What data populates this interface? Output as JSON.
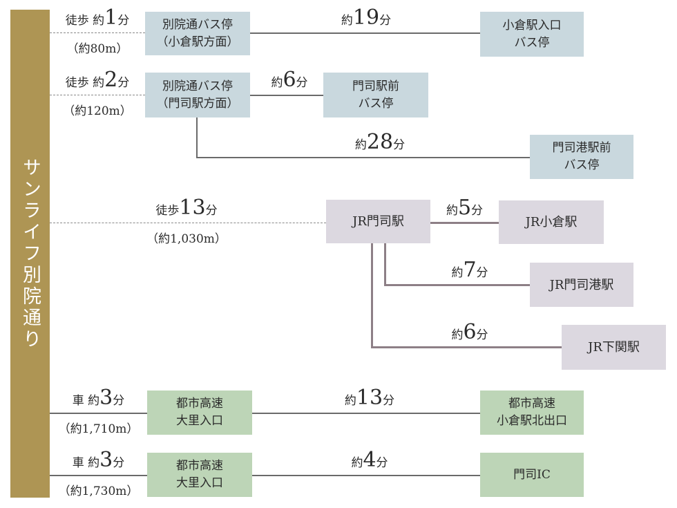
{
  "origin": {
    "label": "サンライフ別院通り",
    "color": "#ae9554"
  },
  "colors": {
    "bus": "#c9d8de",
    "jr": "#dcd8e0",
    "highway": "#bdd5b7",
    "line": "#6a6a6a"
  },
  "routes": {
    "bus1": {
      "access_prefix": "徒歩 約",
      "access_num": "1",
      "access_unit": "分",
      "distance": "（約80m）",
      "stop_line1": "別院通バス停",
      "stop_line2": "（小倉駅方面）",
      "leg_prefix": "約",
      "leg_num": "19",
      "leg_unit": "分",
      "dest_line1": "小倉駅入口",
      "dest_line2": "バス停"
    },
    "bus2": {
      "access_prefix": "徒歩 約",
      "access_num": "2",
      "access_unit": "分",
      "distance": "（約120m）",
      "stop_line1": "別院通バス停",
      "stop_line2": "（門司駅方面）",
      "leg1_prefix": "約",
      "leg1_num": "6",
      "leg1_unit": "分",
      "dest1_line1": "門司駅前",
      "dest1_line2": "バス停",
      "leg2_prefix": "約",
      "leg2_num": "28",
      "leg2_unit": "分",
      "dest2_line1": "門司港駅前",
      "dest2_line2": "バス停"
    },
    "jr": {
      "access_prefix": "徒歩",
      "access_num": "13",
      "access_unit": "分",
      "distance": "（約1,030m）",
      "station": "JR門司駅",
      "legs": [
        {
          "prefix": "約",
          "num": "5",
          "unit": "分",
          "dest": "JR小倉駅"
        },
        {
          "prefix": "約",
          "num": "7",
          "unit": "分",
          "dest": "JR門司港駅"
        },
        {
          "prefix": "約",
          "num": "6",
          "unit": "分",
          "dest": "JR下関駅"
        }
      ]
    },
    "car1": {
      "access_prefix": "車 約",
      "access_num": "3",
      "access_unit": "分",
      "distance": "（約1,710m）",
      "entry_line1": "都市高速",
      "entry_line2": "大里入口",
      "leg_prefix": "約",
      "leg_num": "13",
      "leg_unit": "分",
      "exit_line1": "都市高速",
      "exit_line2": "小倉駅北出口"
    },
    "car2": {
      "access_prefix": "車 約",
      "access_num": "3",
      "access_unit": "分",
      "distance": "（約1,730m）",
      "entry_line1": "都市高速",
      "entry_line2": "大里入口",
      "leg_prefix": "約",
      "leg_num": "4",
      "leg_unit": "分",
      "exit_line1": "門司IC"
    }
  }
}
